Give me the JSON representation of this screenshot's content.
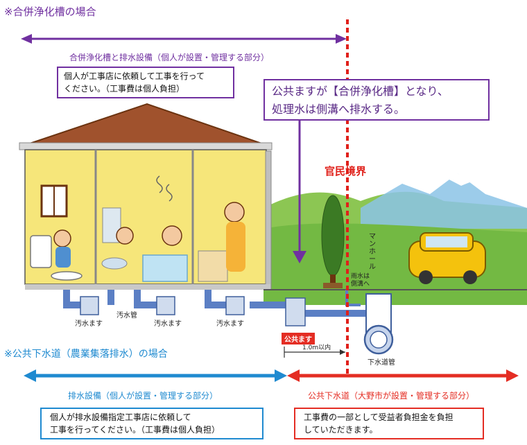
{
  "top_section": {
    "heading": "※合併浄化槽の場合",
    "span_label": "合併浄化槽と排水設備（個人が設置・管理する部分）",
    "note_line1": "個人が工事店に依頼して工事を行って",
    "note_line2": "ください。（工事費は個人負担）",
    "callout_line1": "公共ますが【合併浄化槽】となり、",
    "callout_line2": "処理水は側溝へ排水する。"
  },
  "scene": {
    "boundary_label": "官民境界",
    "pipe_labels": [
      "汚水ます",
      "汚水管",
      "汚水ます",
      "汚水ます"
    ],
    "public_basin_label": "公共ます",
    "distance_label": "1.0m以内",
    "manhole_label": "マンホール",
    "rainwater_line1": "雨水は",
    "rainwater_line2": "側溝へ",
    "sewer_pipe_label": "下水道管"
  },
  "bottom_section": {
    "heading": "※公共下水道（農業集落排水）の場合",
    "private_label": "排水設備（個人が設置・管理する部分）",
    "public_label": "公共下水道（大野市が設置・管理する部分）",
    "private_note_line1": "個人が排水設備指定工事店に依頼して",
    "private_note_line2": "工事を行ってください。（工事費は個人負担）",
    "public_note_line1": "工事費の一部として受益者負担金を負担",
    "public_note_line2": "していただきます。"
  },
  "colors": {
    "purple": "#7030a0",
    "blue": "#1f8ad0",
    "red": "#e42d23",
    "boundary_red": "#e0201a",
    "wall_yellow": "#f6e67a",
    "roof_brown": "#a0522d",
    "pipe_blue": "#5b7fc4",
    "hill_green": "#73b943"
  }
}
